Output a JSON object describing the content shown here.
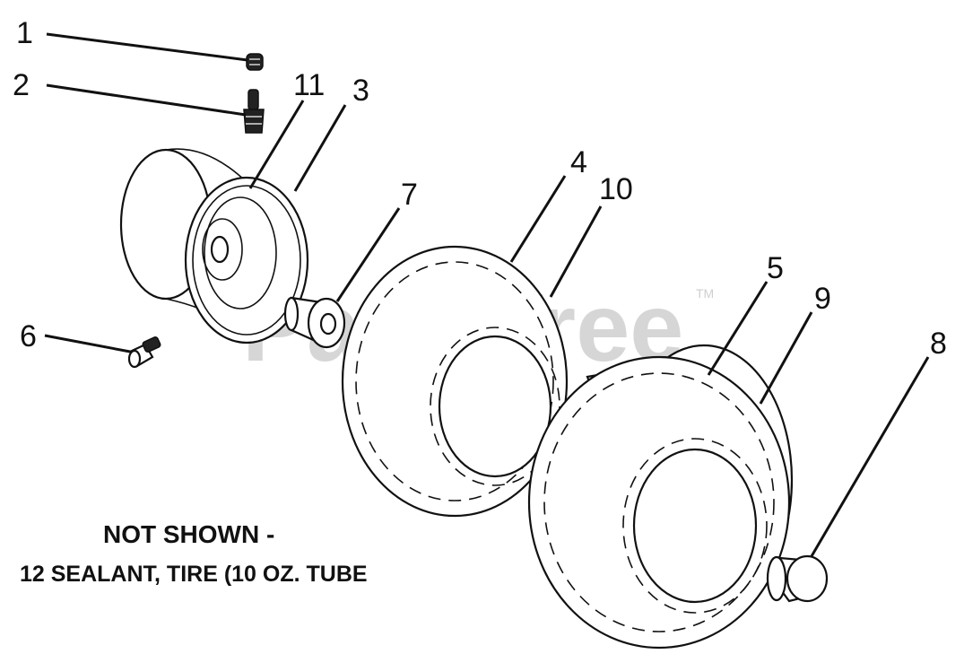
{
  "watermark": {
    "text": "PartsTree",
    "trademark": "TM"
  },
  "callouts": [
    "1",
    "2",
    "3",
    "4",
    "5",
    "6",
    "7",
    "8",
    "9",
    "10",
    "11"
  ],
  "note": {
    "line1": "NOT SHOWN -",
    "line2": "12 SEALANT, TIRE (10 OZ. TUBE"
  },
  "colors": {
    "ink": "#111111",
    "watermark": "#d6d6d6",
    "background": "#ffffff"
  }
}
